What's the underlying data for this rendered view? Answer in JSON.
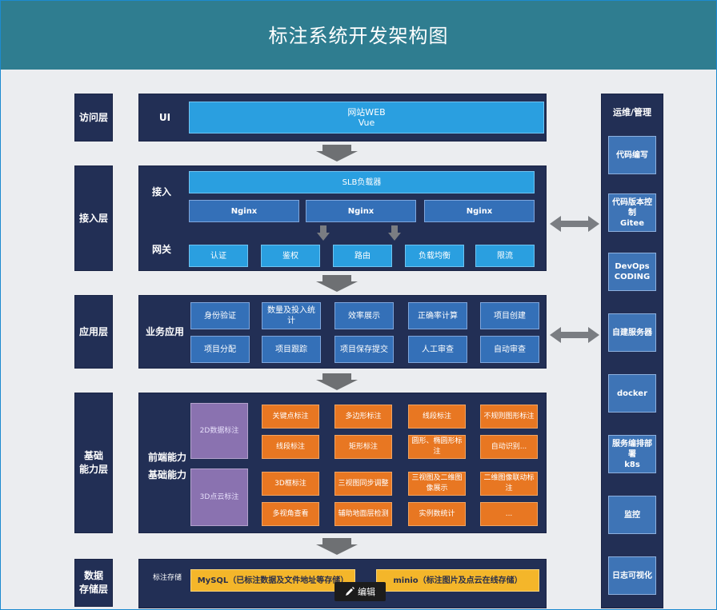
{
  "title": "标注系统开发架构图",
  "layers": {
    "access": "访问层",
    "gateway": "接入层",
    "application": "应用层",
    "base": "基础\n能力层",
    "storage": "数据\n存储层"
  },
  "access": {
    "ui_label": "UI",
    "site": "网站WEB\nVue"
  },
  "gateway": {
    "access_label": "接入",
    "gateway_label": "网关",
    "slb": "SLB负载器",
    "nginx": [
      "Nginx",
      "Nginx",
      "Nginx"
    ],
    "gw_items": [
      "认证",
      "鉴权",
      "路由",
      "负载均衡",
      "限流"
    ]
  },
  "application": {
    "label": "业务应用",
    "row1": [
      "身份验证",
      "数量及投入统计",
      "效率展示",
      "正确率计算",
      "项目创建"
    ],
    "row2": [
      "项目分配",
      "项目跟踪",
      "项目保存提交",
      "人工审查",
      "自动审查"
    ]
  },
  "base": {
    "label1": "前端能力",
    "label2": "基础能力",
    "purple1": "2D数据标注",
    "purple2": "3D点云标注",
    "row1": [
      "关键点标注",
      "多边形标注",
      "线段标注",
      "不规则图形标注"
    ],
    "row2": [
      "线段标注",
      "矩形标注",
      "圆形、椭圆形标注",
      "自动识别..."
    ],
    "row3": [
      "3D框标注",
      "三视图同步调整",
      "三视图及二维图像展示",
      "二维图像联动标注"
    ],
    "row4": [
      "多视角查看",
      "辅助地面层检测",
      "实例数统计",
      "..."
    ]
  },
  "storage": {
    "label": "标注存储",
    "mysql": "MySQL（已标注数据及文件地址等存储）",
    "minio": "minio（标注图片及点云在线存储）"
  },
  "ops": {
    "title": "运维/管理",
    "items": [
      "代码编写",
      "代码版本控制\nGitee",
      "DevOps\nCODING",
      "自建服务器",
      "docker",
      "服务编排部署\nk8s",
      "监控",
      "日志可视化"
    ]
  },
  "edit_button": "编辑",
  "colors": {
    "titlebar": "#2f7d90",
    "panel": "#222f55",
    "blue": "#2a9fe0",
    "mid_blue": "#3470b8",
    "orange": "#e87722",
    "purple": "#8a72b0",
    "yellow": "#f4b62a"
  }
}
